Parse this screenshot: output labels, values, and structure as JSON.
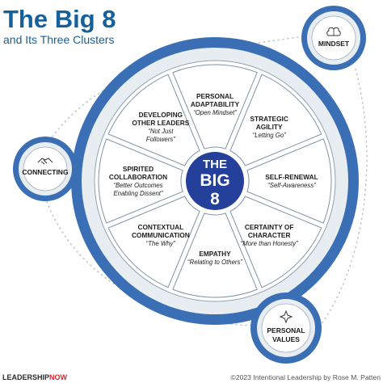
{
  "header": {
    "title": "The Big 8",
    "subtitle": "and Its Three Clusters"
  },
  "center": {
    "line1": "THE",
    "line2": "BIG",
    "line3": "8"
  },
  "segments": [
    {
      "lines": [
        "PERSONAL",
        "ADAPTABILITY"
      ],
      "quote": [
        "“Open Mindset”"
      ]
    },
    {
      "lines": [
        "STRATEGIC",
        "AGILITY"
      ],
      "quote": [
        "“Letting Go”"
      ]
    },
    {
      "lines": [
        "SELF-RENEWAL"
      ],
      "quote": [
        "“Self-Awareness”"
      ]
    },
    {
      "lines": [
        "CERTAINTY OF",
        "CHARACTER"
      ],
      "quote": [
        "“More than Honesty”"
      ]
    },
    {
      "lines": [
        "EMPATHY"
      ],
      "quote": [
        "“Relating to Others”"
      ]
    },
    {
      "lines": [
        "CONTEXTUAL",
        "COMMUNICATION"
      ],
      "quote": [
        "“The Why”"
      ]
    },
    {
      "lines": [
        "SPIRITED",
        "COLLABORATION"
      ],
      "quote": [
        "“Better Outcomes",
        "Enabling Dissent”"
      ]
    },
    {
      "lines": [
        "DEVELOPING",
        "OTHER LEADERS"
      ],
      "quote": [
        "“Not Just",
        "Followers”"
      ]
    }
  ],
  "clusters": {
    "mindset": {
      "label": "MINDSET",
      "icon": "brain-icon"
    },
    "connecting": {
      "label": "CONNECTING",
      "icon": "handshake-icon"
    },
    "personal_values": {
      "label": "PERSONAL VALUES",
      "label_lines": [
        "PERSONAL",
        "VALUES"
      ],
      "icon": "compass-star-icon"
    }
  },
  "footer": {
    "logo_part1": "LEADERSHIP",
    "logo_part2": "NOW",
    "credit": "©2023 Intentional Leadership by Rose M. Patten"
  },
  "colors": {
    "primary": "#3b6fb5",
    "title": "#16619b",
    "center_fill": "#24409a",
    "segment_fill": "#ffffff",
    "segment_stroke": "#7d94a6",
    "rim": "#3b6fb5",
    "ring_fill": "#e8edf2",
    "connector": "#b9c1c9",
    "logo_accent": "#d7262c"
  }
}
